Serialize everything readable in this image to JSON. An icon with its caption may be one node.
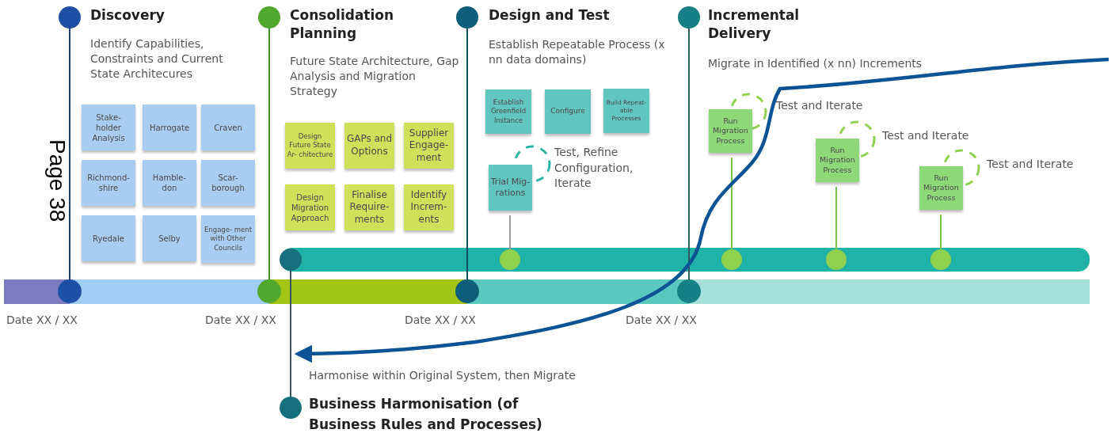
{
  "diagram": {
    "nodes": [
      {
        "text": [
          "Stake- holder Analysis"
        ]
      },
      {
        "text": [
          "Harrogate"
        ]
      },
      {
        "text": [
          "Craven"
        ]
      },
      {
        "text": [
          "Richmond- shire"
        ]
      },
      {
        "text": [
          "Hamble- don"
        ]
      },
      {
        "text": [
          "Scar- borough"
        ]
      },
      {
        "text": [
          "Ryedale"
        ]
      },
      {
        "text": [
          "Selby"
        ]
      },
      {
        "text": [
          "Engage- ment with Other Councils"
        ]
      },
      {
        "text": [
          "Design Future State Ar- chitecture"
        ]
      },
      {
        "text": [
          "GAPs and Options"
        ]
      },
      {
        "text": [
          "Supplier Engage- ment"
        ]
      },
      {
        "text": [
          "Design Migration Approach"
        ]
      },
      {
        "text": [
          "Finalise Require- ments"
        ]
      },
      {
        "text": [
          "Identify Increm- ents"
        ]
      },
      {
        "text": [
          "Establish Greenfield Instance"
        ]
      },
      {
        "text": [
          "Configure"
        ]
      },
      {
        "text": [
          "Build Repeat- able Processes"
        ]
      },
      {
        "text": [
          "Trial Mig- rations"
        ],
        "beside": [
          "Test, Refine Configuration, Iterate"
        ]
      },
      {
        "text": [
          "Run Migration Process"
        ],
        "beside": [
          "Test and Iterate"
        ]
      },
      {
        "text": [
          "Run Migration Process"
        ],
        "beside": [
          "Test and Iterate"
        ]
      },
      {
        "text": [
          "Run Migration Process"
        ],
        "beside": [
          "Test and Iterate"
        ]
      },
      {
        "text": [
          "Harmonise within Original System, then Migrate",
          "Business Harmonisation (of Business Rules and Processes)"
        ]
      }
    ],
    "edges": [
      {
        "from": null,
        "to": 22,
        "arrow": "to"
      }
    ],
    "labels": [
      "Discovery",
      "Identify Capabilities, Constraints and Current State Architecures",
      "Consolidation Planning",
      "Future State Architecture, Gap Analysis and Migration Strategy",
      "Design and Test",
      "Establish Repeatable Process (x nn data domains)",
      "Incremental Delivery",
      "Migrate in Identified (x nn) Increments",
      "Page 38",
      "Date XX / XX",
      "Date XX / XX",
      "Date XX / XX",
      "Date XX / XX"
    ]
  }
}
